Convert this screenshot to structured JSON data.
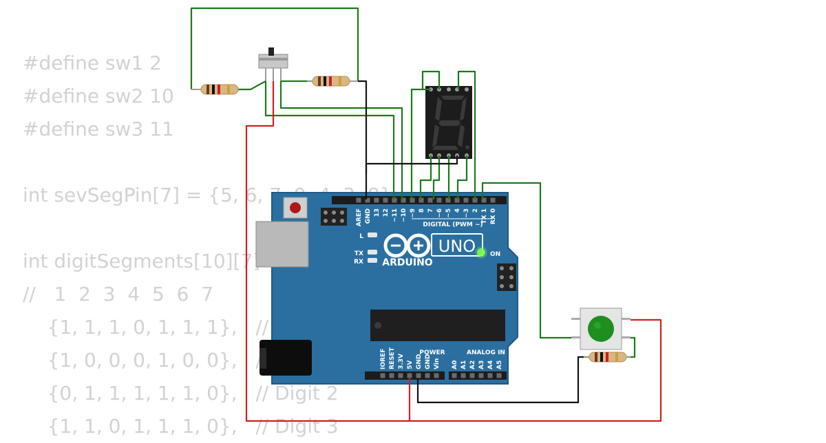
{
  "code_lines": [
    "#define sw1 2",
    "#define sw2 10",
    "#define sw3 11",
    "",
    "int sevSegPin[7] = {5, 6, 7, 9, 4, 3, 8};",
    "",
    "int digitSegments[10][7] = {",
    "//   1  2  3  4  5  6  7",
    "    {1, 1, 1, 0, 1, 1, 1},   // Digit 0",
    "    {1, 0, 0, 0, 1, 0, 0},   // Digit 1",
    "    {0, 1, 1, 1, 1, 1, 0},   // Digit 2",
    "    {1, 1, 0, 1, 1, 1, 0},   // Digit 3"
  ],
  "board": {
    "name": "UNO",
    "brand": "ARDUINO",
    "on_label": "ON",
    "led_l": "L",
    "led_tx": "TX",
    "led_rx": "RX",
    "digital_header": "DIGITAL (PWM ~)",
    "power_header": "POWER",
    "analog_header": "ANALOG IN",
    "digital_pins": [
      "AREF",
      "GND",
      "13",
      "12",
      "~11",
      "~10",
      "~9",
      "8",
      "7",
      "~6",
      "~5",
      "4",
      "~3",
      "2",
      "TX 1",
      "RX 0"
    ],
    "power_pins": [
      "IOREF",
      "RESET",
      "3.3V",
      "5V",
      "GND",
      "GND",
      "Vin"
    ],
    "analog_pins": [
      "A0",
      "A1",
      "A2",
      "A3",
      "A4",
      "A5"
    ]
  },
  "colors": {
    "board": "#2b6fa0",
    "wire_green": "#1a7a1a",
    "wire_red": "#d41e1e",
    "wire_black": "#111111",
    "display_body": "#1c1c1c",
    "button_cap": "#1e8e1e",
    "code_text": "#d2d2d2"
  }
}
